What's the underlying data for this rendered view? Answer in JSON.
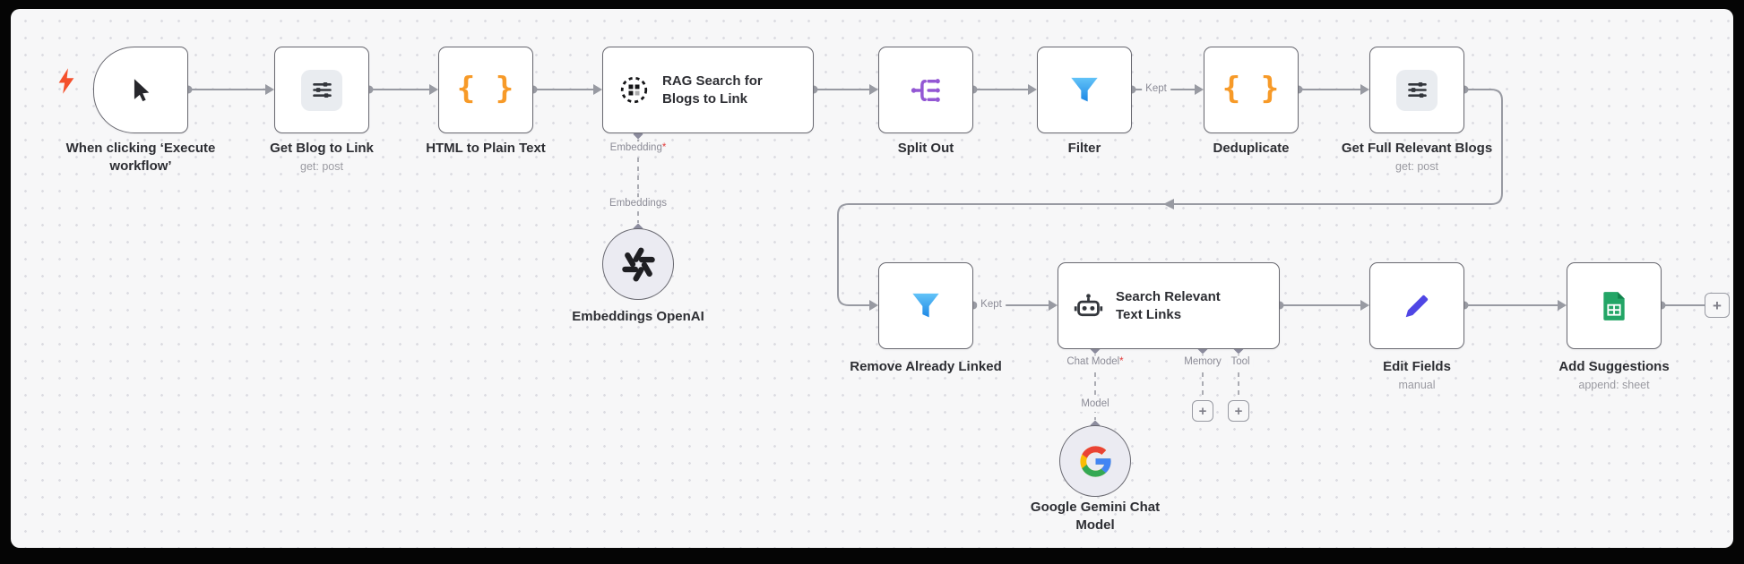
{
  "colors": {
    "canvas-bg": "#f7f7f8",
    "dot": "#dcdce2",
    "node-bg": "#ffffff",
    "node-border": "#686870",
    "line": "#989aa2",
    "diamond": "#8c8c9e",
    "label": "#2d2e33",
    "sublabel": "#9a9aa1",
    "port-label": "#8b8b96",
    "required": "#e23d3d",
    "braces-orange": "#f79a28",
    "split-purple": "#9357d4",
    "funnel-top": "#62c3f8",
    "funnel-bottom": "#1e88e5",
    "pencil": "#4f46e5",
    "sheets-green": "#23a566",
    "sheets-fold": "#12824c",
    "bolt": "#f4502c",
    "icon-dark": "#33363c",
    "icon-bg": "#e9ecf0",
    "circle-bg": "#ebebf2",
    "g-blue": "#4285f4",
    "g-red": "#ea4335",
    "g-yellow": "#fbbc05",
    "g-green": "#34a853"
  },
  "nodes": {
    "trigger": {
      "label": "When clicking ‘Execute workflow’"
    },
    "get_blog": {
      "label": "Get Blog to Link",
      "sublabel": "get: post"
    },
    "html_to_text": {
      "label": "HTML to Plain Text"
    },
    "rag_search": {
      "label": "RAG Search for Blogs to Link"
    },
    "split_out": {
      "label": "Split Out"
    },
    "filter": {
      "label": "Filter"
    },
    "deduplicate": {
      "label": "Deduplicate"
    },
    "get_full_blogs": {
      "label": "Get Full Relevant Blogs",
      "sublabel": "get: post"
    },
    "remove_linked": {
      "label": "Remove Already Linked"
    },
    "agent": {
      "label": "Search Relevant Text Links"
    },
    "edit_fields": {
      "label": "Edit Fields",
      "sublabel": "manual"
    },
    "add_suggestions": {
      "label": "Add Suggestions",
      "sublabel": "append: sheet"
    },
    "embeddings_openai": {
      "label": "Embeddings OpenAI"
    },
    "gemini": {
      "label": "Google Gemini Chat Model"
    }
  },
  "ports": {
    "embedding": {
      "label": "Embedding",
      "required": "*"
    },
    "embeddings_connection": {
      "label": "Embeddings"
    },
    "chat_model": {
      "label": "Chat Model",
      "required": "*"
    },
    "model_connection": {
      "label": "Model"
    },
    "memory": {
      "label": "Memory"
    },
    "tool": {
      "label": "Tool"
    },
    "filter_kept": {
      "label": "Kept"
    },
    "remove_kept": {
      "label": "Kept"
    }
  },
  "icons": {
    "plus": "+",
    "braces": "{ }"
  }
}
